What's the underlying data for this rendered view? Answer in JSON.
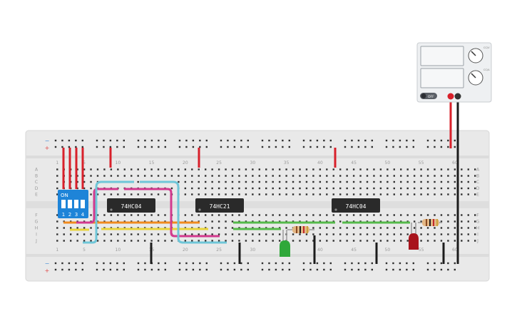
{
  "colors": {
    "board": "#e9e9e9",
    "board_edge": "#d7d7d7",
    "hole": "#2f2f2f",
    "rail_blue": "#4a8fd6",
    "rail_red": "#e04848",
    "label": "#9a9a9a",
    "chip": "#2a2a2a",
    "chip_text": "#ffffff",
    "dip": "#1e84d8",
    "wire_red": "#d8202a",
    "wire_black": "#1c1c1c",
    "wire_orange": "#f08a1e",
    "wire_yellow": "#e9d43a",
    "wire_green": "#55b94a",
    "wire_magenta": "#d23a8e",
    "wire_cyan": "#6fc6d8",
    "led_green": "#2fa83a",
    "led_red": "#a8141c",
    "psu": "#eef0f2",
    "psu_screen": "#f6f7f8"
  },
  "breadboard": {
    "column_numbers": [
      "1",
      "5",
      "10",
      "15",
      "20",
      "25",
      "30",
      "35",
      "40",
      "45",
      "50",
      "55",
      "60"
    ],
    "row_letters_top": [
      "A",
      "B",
      "C",
      "D",
      "E"
    ],
    "row_letters_bottom": [
      "F",
      "G",
      "H",
      "I",
      "J"
    ],
    "rail_minus": "−",
    "rail_plus": "+"
  },
  "chips": [
    {
      "label": "74HC04"
    },
    {
      "label": "74HC21"
    },
    {
      "label": "74HC04"
    }
  ],
  "dip_switch": {
    "on_label": "ON",
    "numbers": [
      "1",
      "2",
      "3",
      "4"
    ]
  },
  "power_supply": {
    "off_label": "OFF",
    "knob_labels": [
      "CC/V",
      "CC/A"
    ]
  }
}
